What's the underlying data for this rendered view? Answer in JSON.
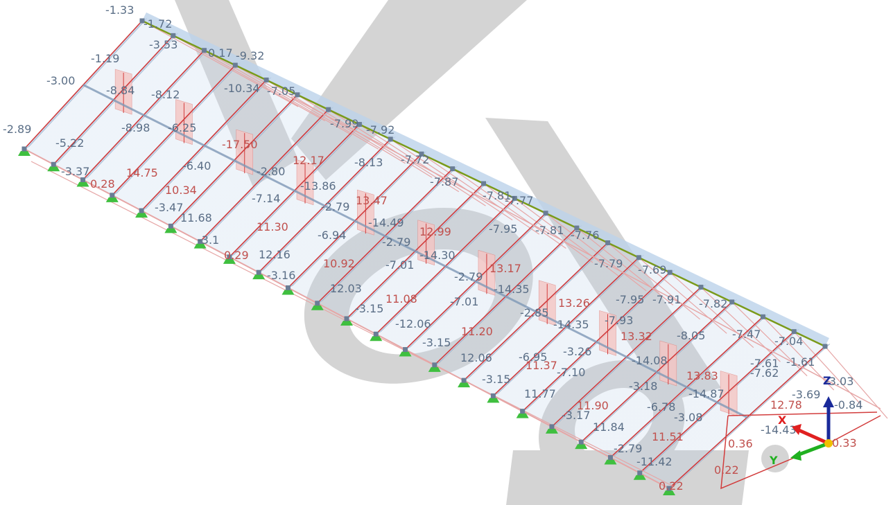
{
  "viewport": {
    "background": "#ffffff",
    "watermark_color": "#cfcfcf"
  },
  "colors": {
    "negative_label": "#5a6e86",
    "positive_label": "#c0504d",
    "member": "#d23c3c",
    "member_light": "#e6a6a6",
    "diagram_fill": "#bcd2ea",
    "diagram_stroke": "#7f99b7",
    "pos_diagram_fill": "#f5c5c3",
    "support": "#3fbf3f",
    "node": "#6a7d95",
    "axis_x": "#e02020",
    "axis_y": "#20b020",
    "axis_z": "#1a2a9a"
  },
  "axes": {
    "x_label": "X",
    "y_label": "Y",
    "z_label": "Z"
  },
  "result_labels": [
    {
      "text": "-1.33",
      "sign": "neg"
    },
    {
      "text": "-1.72",
      "sign": "neg"
    },
    {
      "text": "-3.53",
      "sign": "neg"
    },
    {
      "text": "0.17",
      "sign": "neg"
    },
    {
      "text": "-9.32",
      "sign": "neg"
    },
    {
      "text": "-1.19",
      "sign": "neg"
    },
    {
      "text": "-3.00",
      "sign": "neg"
    },
    {
      "text": "-8.84",
      "sign": "neg"
    },
    {
      "text": "-8.12",
      "sign": "neg"
    },
    {
      "text": "-10.34",
      "sign": "neg"
    },
    {
      "text": "-7.05",
      "sign": "neg"
    },
    {
      "text": "-2.89",
      "sign": "neg"
    },
    {
      "text": "-8.98",
      "sign": "neg"
    },
    {
      "text": "-6.25",
      "sign": "neg"
    },
    {
      "text": "-17.50",
      "sign": "pos"
    },
    {
      "text": "-7.92",
      "sign": "neg"
    },
    {
      "text": "-7.99",
      "sign": "neg"
    },
    {
      "text": "-5.22",
      "sign": "neg"
    },
    {
      "text": "14.75",
      "sign": "pos"
    },
    {
      "text": "-6.40",
      "sign": "neg"
    },
    {
      "text": "12.17",
      "sign": "pos"
    },
    {
      "text": "-8.13",
      "sign": "neg"
    },
    {
      "text": "-7.72",
      "sign": "neg"
    },
    {
      "text": "-3.37",
      "sign": "neg"
    },
    {
      "text": "0.28",
      "sign": "pos"
    },
    {
      "text": "10.34",
      "sign": "pos"
    },
    {
      "text": "-2.80",
      "sign": "neg"
    },
    {
      "text": "-13.86",
      "sign": "neg"
    },
    {
      "text": "-7.87",
      "sign": "neg"
    },
    {
      "text": "-7.81",
      "sign": "neg"
    },
    {
      "text": "-7.77",
      "sign": "neg"
    },
    {
      "text": "-3.47",
      "sign": "neg"
    },
    {
      "text": "11.68",
      "sign": "neg"
    },
    {
      "text": "-7.14",
      "sign": "neg"
    },
    {
      "text": "-2.79",
      "sign": "neg"
    },
    {
      "text": "13.47",
      "sign": "pos"
    },
    {
      "text": "-14.49",
      "sign": "neg"
    },
    {
      "text": "-7.95",
      "sign": "neg"
    },
    {
      "text": "-7.81",
      "sign": "neg"
    },
    {
      "text": "-7.76",
      "sign": "neg"
    },
    {
      "text": "-3.1",
      "sign": "neg"
    },
    {
      "text": "11.30",
      "sign": "pos"
    },
    {
      "text": "-6.94",
      "sign": "neg"
    },
    {
      "text": "12.99",
      "sign": "pos"
    },
    {
      "text": "-2.79",
      "sign": "neg"
    },
    {
      "text": "0.29",
      "sign": "pos"
    },
    {
      "text": "12.16",
      "sign": "neg"
    },
    {
      "text": "-14.30",
      "sign": "neg"
    },
    {
      "text": "-7.79",
      "sign": "neg"
    },
    {
      "text": "-7.69",
      "sign": "neg"
    },
    {
      "text": "-3.16",
      "sign": "neg"
    },
    {
      "text": "10.92",
      "sign": "pos"
    },
    {
      "text": "-7.01",
      "sign": "neg"
    },
    {
      "text": "13.17",
      "sign": "pos"
    },
    {
      "text": "-7.95",
      "sign": "neg"
    },
    {
      "text": "12.03",
      "sign": "neg"
    },
    {
      "text": "-2.79",
      "sign": "neg"
    },
    {
      "text": "-14.35",
      "sign": "neg"
    },
    {
      "text": "-7.91",
      "sign": "neg"
    },
    {
      "text": "-7.82",
      "sign": "neg"
    },
    {
      "text": "-3.15",
      "sign": "neg"
    },
    {
      "text": "11.08",
      "sign": "pos"
    },
    {
      "text": "-7.01",
      "sign": "neg"
    },
    {
      "text": "13.26",
      "sign": "pos"
    },
    {
      "text": "-7.93",
      "sign": "neg"
    },
    {
      "text": "-12.06",
      "sign": "neg"
    },
    {
      "text": "-2.85",
      "sign": "neg"
    },
    {
      "text": "-14.35",
      "sign": "neg"
    },
    {
      "text": "11.20",
      "sign": "pos"
    },
    {
      "text": "-6.95",
      "sign": "neg"
    },
    {
      "text": "13.32",
      "sign": "pos"
    },
    {
      "text": "-8.05",
      "sign": "neg"
    },
    {
      "text": "-7.47",
      "sign": "neg"
    },
    {
      "text": "-7.04",
      "sign": "neg"
    },
    {
      "text": "-3.15",
      "sign": "neg"
    },
    {
      "text": "12.06",
      "sign": "neg"
    },
    {
      "text": "11.37",
      "sign": "pos"
    },
    {
      "text": "-3.26",
      "sign": "neg"
    },
    {
      "text": "-14.08",
      "sign": "neg"
    },
    {
      "text": "-7.61",
      "sign": "neg"
    },
    {
      "text": "-1.61",
      "sign": "neg"
    },
    {
      "text": "-3.15",
      "sign": "neg"
    },
    {
      "text": "-7.10",
      "sign": "neg"
    },
    {
      "text": "13.83",
      "sign": "pos"
    },
    {
      "text": "-7.62",
      "sign": "neg"
    },
    {
      "text": "-3.03",
      "sign": "neg"
    },
    {
      "text": "11.77",
      "sign": "neg"
    },
    {
      "text": "11.90",
      "sign": "pos"
    },
    {
      "text": "-3.18",
      "sign": "neg"
    },
    {
      "text": "-14.87",
      "sign": "neg"
    },
    {
      "text": "-3.69",
      "sign": "neg"
    },
    {
      "text": "-3.17",
      "sign": "neg"
    },
    {
      "text": "-6.78",
      "sign": "neg"
    },
    {
      "text": "12.78",
      "sign": "pos"
    },
    {
      "text": "-0.84",
      "sign": "neg"
    },
    {
      "text": "11.84",
      "sign": "neg"
    },
    {
      "text": "-3.08",
      "sign": "neg"
    },
    {
      "text": "-14.43",
      "sign": "neg"
    },
    {
      "text": "11.51",
      "sign": "pos"
    },
    {
      "text": "-2.79",
      "sign": "neg"
    },
    {
      "text": "0.36",
      "sign": "pos"
    },
    {
      "text": "0.33",
      "sign": "pos"
    },
    {
      "text": "-11.42",
      "sign": "neg"
    },
    {
      "text": "0.22",
      "sign": "pos"
    },
    {
      "text": "0.22",
      "sign": "pos"
    }
  ]
}
